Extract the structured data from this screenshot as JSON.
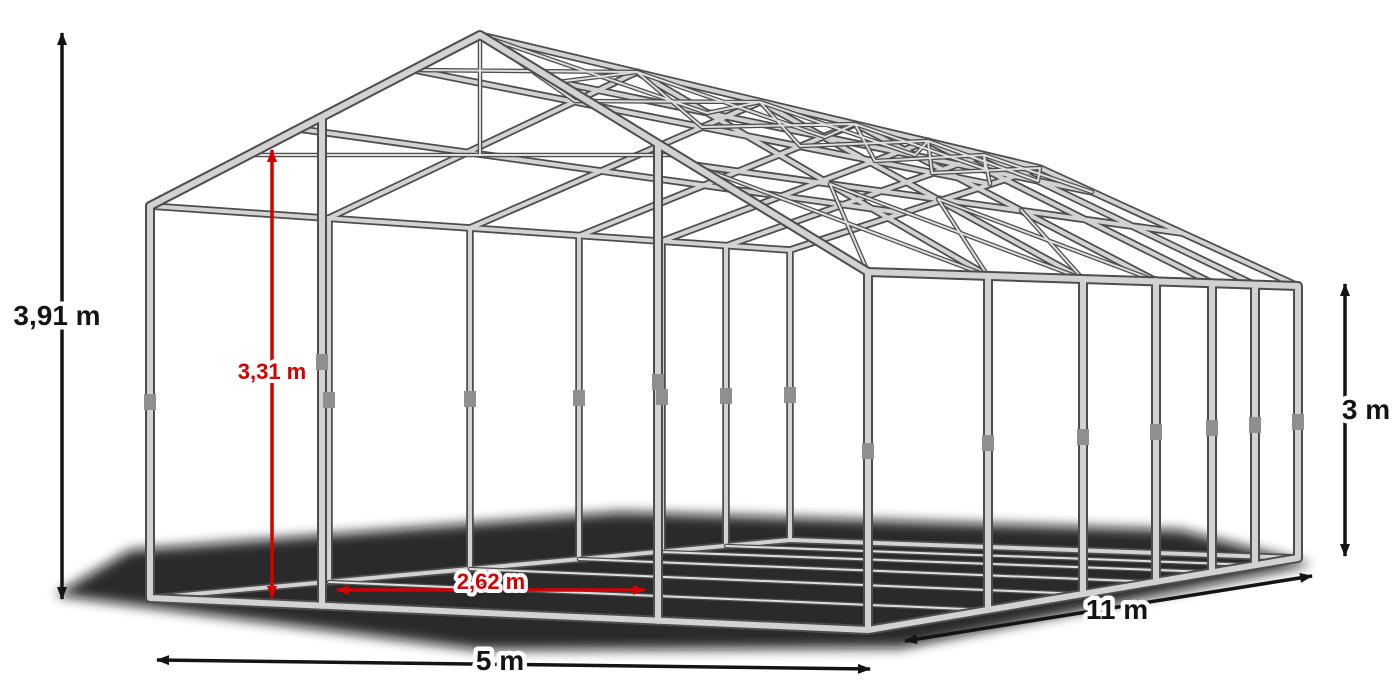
{
  "diagram": {
    "name": "Tent frame construction with dimensions",
    "dimensions": {
      "total_height": "3,91 m",
      "clear_height": "3,31 m",
      "side_height": "3 m",
      "width": "5 m",
      "length": "11 m",
      "entry_width": "2,62 m"
    },
    "colors": {
      "dimension_line": "#141414",
      "dimension_accent": "#d40000",
      "frame_fill": "#d2d2d2",
      "frame_outline": "#4d4d4d",
      "shadow": "#0b0b0b",
      "background": "#ffffff"
    }
  }
}
